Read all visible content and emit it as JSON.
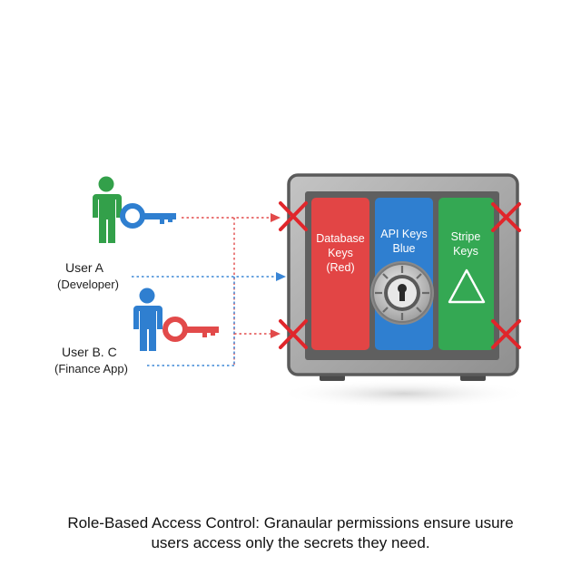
{
  "users": [
    {
      "name": "User A",
      "role": "(Developer)",
      "key_color": "#2f7fd0",
      "figure_color": "#33a04a"
    },
    {
      "name": "User B. C",
      "role": "(Finance App)",
      "key_color": "#e24a4a",
      "figure_color": "#2f7fd0"
    }
  ],
  "vault": {
    "compartments": [
      {
        "label_lines": [
          "Database",
          "Keys",
          "(Red)"
        ],
        "color": "#e24545"
      },
      {
        "label_lines": [
          "API Keys",
          "Blue"
        ],
        "color": "#2f7fd0"
      },
      {
        "label_lines": [
          "Stripe",
          "Keys"
        ],
        "color": "#34a853"
      }
    ],
    "body_color": "#a9a9a9",
    "frame_color": "#5a5a5a"
  },
  "colors": {
    "deny": "#e0262b",
    "red_line": "#e24a4a",
    "blue_line": "#3a86d6"
  },
  "caption": {
    "line1": "Role-Based Access Control: Granaular permissions ensure usure",
    "line2": "users access  only the secrets they need."
  }
}
